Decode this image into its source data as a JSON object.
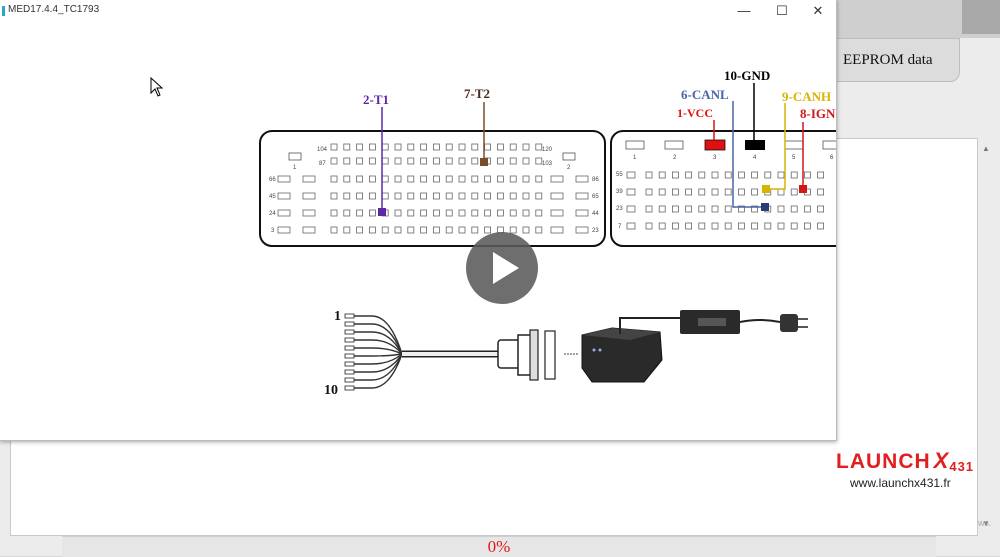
{
  "window": {
    "title": "MED17.4.4_TC1793",
    "minimize_symbol": "—",
    "maximize_symbol": "☐",
    "close_symbol": "✕"
  },
  "background_app": {
    "eeprom_button": "EEPROM data",
    "progress_text": "0%",
    "watermark_ws": "ws.",
    "brand_logo": "LAUNCH",
    "brand_logo_x": "X",
    "brand_logo_num": "431",
    "brand_url": "www.launchx431.fr"
  },
  "diagram": {
    "signals": {
      "t1": "2-T1",
      "t2": "7-T2",
      "gnd": "10-GND",
      "canl": "6-CANL",
      "vcc": "1-VCC",
      "canh": "9-CANH",
      "ign": "8-IGN"
    },
    "left_connector_labels": {
      "top_left": "104",
      "top_left2": "87",
      "top_right": "120",
      "top_right2": "103",
      "pin1": "1",
      "pin2": "2",
      "r66": "66",
      "r45": "45",
      "r24": "24",
      "r3": "3",
      "rr86": "86",
      "rr65": "65",
      "rr44": "44",
      "rr23": "23"
    },
    "right_connector_labels": {
      "p1": "1",
      "p2": "2",
      "p3": "3",
      "p4": "4",
      "p5": "5",
      "p6": "6",
      "r55": "55",
      "r39": "39",
      "r23": "23",
      "r7": "7"
    },
    "cable_labels": {
      "start": "1",
      "end": "10"
    }
  },
  "colors": {
    "t1": "#5b2aa8",
    "t2": "#7a4a2a",
    "canl": "#4a63a8",
    "vcc": "#e01010",
    "gnd": "#000000",
    "canh": "#d8b400",
    "ign": "#d01818"
  },
  "icons": {
    "cursor": "mouse-pointer-icon",
    "play": "play-icon"
  }
}
